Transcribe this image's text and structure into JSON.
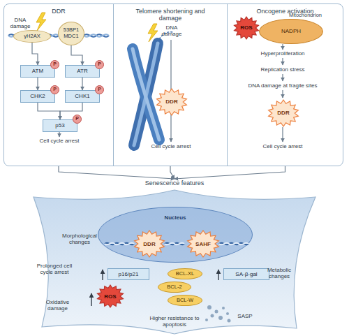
{
  "diagram": {
    "nodes": [
      {
        "text": [
          "DDR"
        ]
      },
      {
        "text": [
          "γH2AX"
        ],
        "in": 0
      },
      {
        "text": [
          "53BP1 MDC1"
        ],
        "in": 0
      },
      {
        "text": [
          "ATM"
        ],
        "in": 0
      },
      {
        "text": [
          "P"
        ],
        "in": 0
      },
      {
        "text": [
          "ATR"
        ],
        "in": 0
      },
      {
        "text": [
          "P"
        ],
        "in": 0
      },
      {
        "text": [
          "CHK2"
        ],
        "in": 0
      },
      {
        "text": [
          "P"
        ],
        "in": 0
      },
      {
        "text": [
          "CHK1"
        ],
        "in": 0
      },
      {
        "text": [
          "P"
        ],
        "in": 0
      },
      {
        "text": [
          "p53"
        ],
        "in": 0
      },
      {
        "text": [
          "P"
        ],
        "in": 0
      },
      {
        "text": [
          "Telomere shortening and damage"
        ]
      },
      {
        "text": [
          "DDR"
        ],
        "in": 13
      },
      {
        "text": [
          "Oncogene activation"
        ]
      },
      {
        "text": [
          "ROS"
        ],
        "in": 15
      },
      {
        "text": [
          "Mitochondrion",
          "NADPH"
        ],
        "in": 15
      },
      {
        "text": [
          "DDR"
        ],
        "in": 15
      },
      {
        "text": [
          "Senescence features"
        ]
      },
      {
        "text": [
          "Nucleus"
        ],
        "in": 19
      },
      {
        "text": [
          "DDR"
        ],
        "in": 20
      },
      {
        "text": [
          "SAHF"
        ],
        "in": 20
      },
      {
        "text": [
          "p16/p21"
        ],
        "in": 19
      },
      {
        "text": [
          "ROS"
        ],
        "in": 19
      },
      {
        "text": [
          "BCL-XL"
        ],
        "in": 19
      },
      {
        "text": [
          "BCL-2"
        ],
        "in": 19
      },
      {
        "text": [
          "BCL-W"
        ],
        "in": 19
      },
      {
        "text": [
          "SA-β-gal"
        ],
        "in": 19
      }
    ],
    "edges": [
      {
        "from": 1,
        "to": 3,
        "arrow": "to"
      },
      {
        "from": 2,
        "to": 5,
        "arrow": "to"
      },
      {
        "from": 3,
        "to": 7,
        "arrow": "to"
      },
      {
        "from": 5,
        "to": 9,
        "arrow": "to"
      },
      {
        "from": 7,
        "to": 11,
        "arrow": "to"
      },
      {
        "from": 9,
        "to": 11,
        "arrow": "to"
      },
      {
        "from": 0,
        "to": 19,
        "arrow": "to"
      },
      {
        "from": 13,
        "to": 19,
        "arrow": "to"
      },
      {
        "from": 15,
        "to": 19,
        "arrow": "to"
      }
    ],
    "labels": [
      "DNA damage",
      "Cell cycle arrest",
      "DNA damage",
      "Cell cycle arrest",
      "Hyperproliferation",
      "Replication stress",
      "DNA damage at fragile sites",
      "Cell cycle arrest",
      "Morphological changes",
      "Prolonged cell cycle arrest",
      "Oxidative damage",
      "Higher resistance to apoptosis",
      "Metabolic changes",
      "SASP"
    ]
  }
}
